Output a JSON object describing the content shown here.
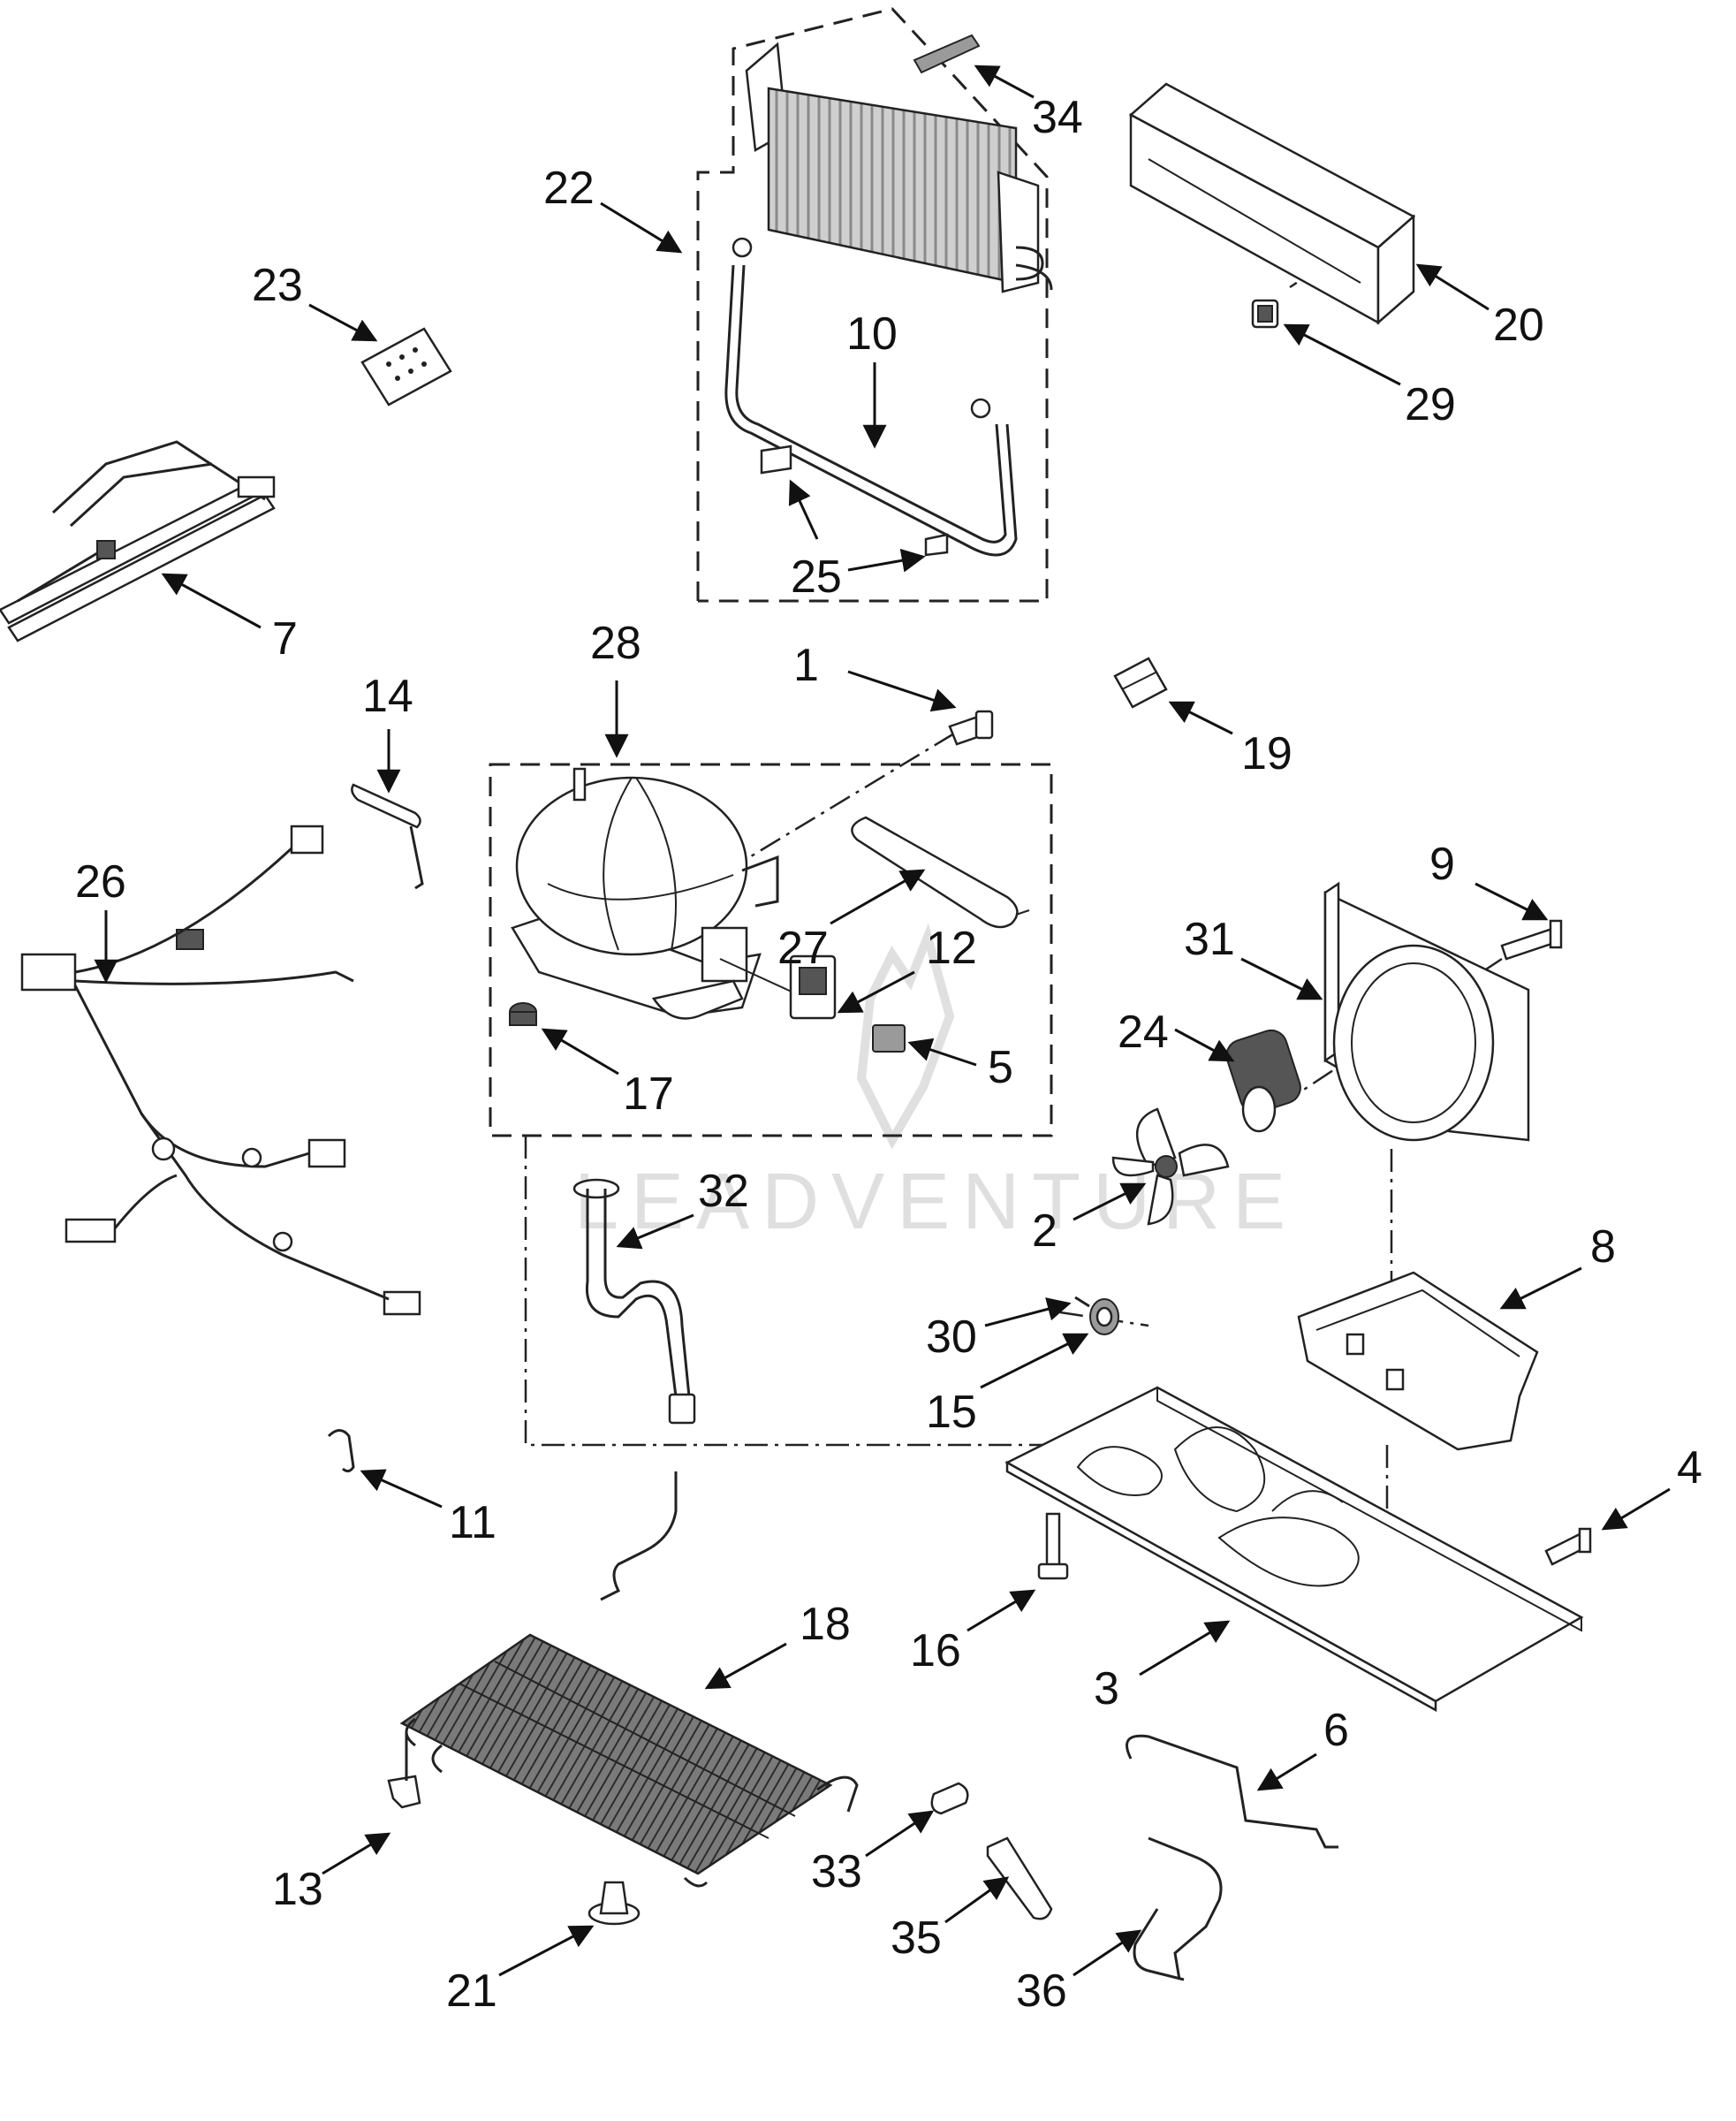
{
  "colors": {
    "line": "#222222",
    "label": "#111111",
    "watermark": "#d8d8d8",
    "background": "#ffffff"
  },
  "watermark": {
    "text": "LEADVENTURE"
  },
  "callouts": [
    {
      "id": "1",
      "label": "1"
    },
    {
      "id": "2",
      "label": "2"
    },
    {
      "id": "3",
      "label": "3"
    },
    {
      "id": "4",
      "label": "4"
    },
    {
      "id": "5",
      "label": "5"
    },
    {
      "id": "6",
      "label": "6"
    },
    {
      "id": "7",
      "label": "7"
    },
    {
      "id": "8",
      "label": "8"
    },
    {
      "id": "9",
      "label": "9"
    },
    {
      "id": "10",
      "label": "10"
    },
    {
      "id": "11",
      "label": "11"
    },
    {
      "id": "12",
      "label": "12"
    },
    {
      "id": "13",
      "label": "13"
    },
    {
      "id": "14",
      "label": "14"
    },
    {
      "id": "15",
      "label": "15"
    },
    {
      "id": "16",
      "label": "16"
    },
    {
      "id": "17",
      "label": "17"
    },
    {
      "id": "18",
      "label": "18"
    },
    {
      "id": "19",
      "label": "19"
    },
    {
      "id": "20",
      "label": "20"
    },
    {
      "id": "21",
      "label": "21"
    },
    {
      "id": "22",
      "label": "22"
    },
    {
      "id": "23",
      "label": "23"
    },
    {
      "id": "24",
      "label": "24"
    },
    {
      "id": "25",
      "label": "25"
    },
    {
      "id": "26",
      "label": "26"
    },
    {
      "id": "27",
      "label": "27"
    },
    {
      "id": "28",
      "label": "28"
    },
    {
      "id": "29",
      "label": "29"
    },
    {
      "id": "30",
      "label": "30"
    },
    {
      "id": "31",
      "label": "31"
    },
    {
      "id": "32",
      "label": "32"
    },
    {
      "id": "33",
      "label": "33"
    },
    {
      "id": "34",
      "label": "34"
    },
    {
      "id": "35",
      "label": "35"
    },
    {
      "id": "36",
      "label": "36"
    }
  ]
}
